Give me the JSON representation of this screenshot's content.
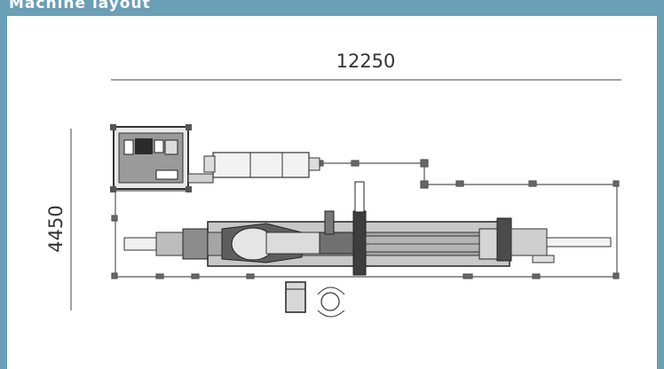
{
  "header": {
    "title": "Machine layout"
  },
  "dimensions": {
    "width_label": "12250",
    "height_label": "4450"
  },
  "colors": {
    "frame": "#6b9fb6",
    "line": "#444444"
  }
}
